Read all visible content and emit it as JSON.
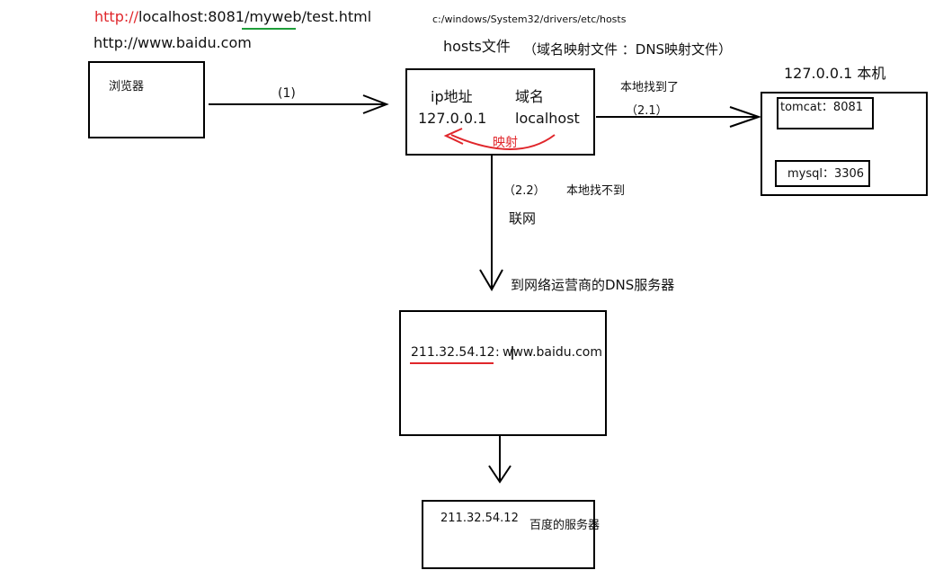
{
  "url_line": {
    "scheme": "http://",
    "rest_1": "localhost:8081/",
    "highlight": "myweb",
    "rest_2": "/test.html"
  },
  "url_baidu": "http://www.baidu.com",
  "hosts_path": "c:/windows/System32/drivers/etc/hosts",
  "hosts_title": "hosts文件",
  "hosts_note": "（域名映射文件 ：DNS映射文件）",
  "localhost_title": "127.0.0.1  本机",
  "browser_label": "浏览器",
  "step_1": "(1)",
  "hosts_box": {
    "col_ip": "ip地址",
    "col_domain": "域名",
    "ip": "127.0.0.1",
    "domain": "localhost",
    "mapping": "映射"
  },
  "found_local": "本地找到了",
  "step_21": "（2.1）",
  "step_22": "（2.2）",
  "not_found_local": "本地找不到",
  "internet": "联网",
  "to_dns": "到网络运营商的DNS服务器",
  "machine": {
    "tomcat": "tomcat：8081",
    "mysql": "mysql：3306"
  },
  "dns_box": {
    "ip": "211.32.54.12",
    "sep": ":",
    "domain": "www.baidu.com"
  },
  "baidu_server": {
    "ip": "211.32.54.12",
    "label": "百度的服务器"
  },
  "colors": {
    "red": "#e0262b",
    "green": "#1f9e3a",
    "black": "#000000"
  }
}
